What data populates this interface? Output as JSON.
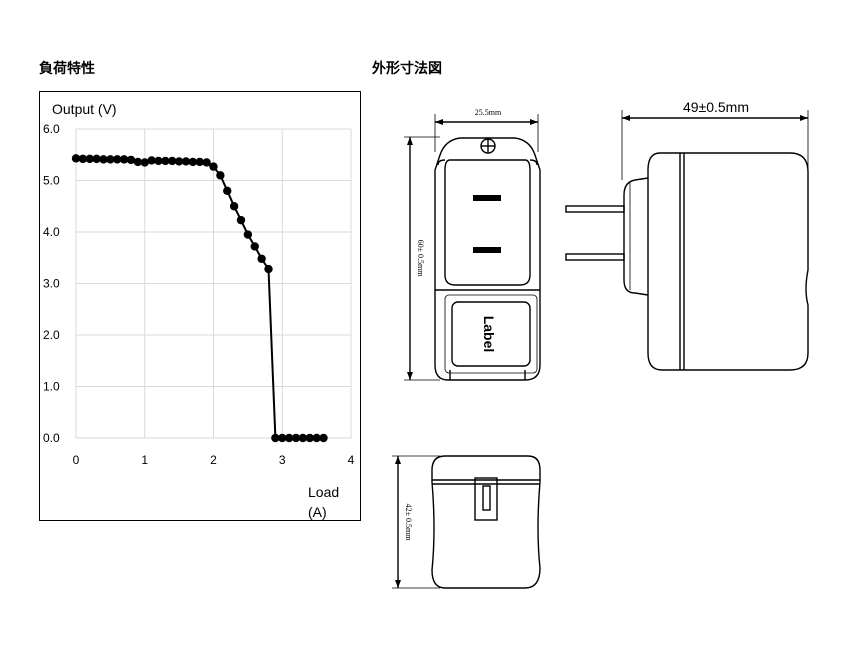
{
  "headings": {
    "load_characteristics": "負荷特性",
    "outline_dimensions": "外形寸法図"
  },
  "chart_data": {
    "type": "line",
    "ylabel": "Output (V)",
    "xlabel": "Load",
    "xlabel_line2": "(A)",
    "xlim": [
      0,
      4
    ],
    "ylim": [
      0,
      6
    ],
    "xticks": [
      "0",
      "1",
      "2",
      "3",
      "4"
    ],
    "yticks": [
      "0.0",
      "1.0",
      "2.0",
      "3.0",
      "4.0",
      "5.0",
      "6.0"
    ],
    "grid": true,
    "series": [
      {
        "x": [
          0.0,
          0.1,
          0.2,
          0.3,
          0.4,
          0.5,
          0.6,
          0.7,
          0.8,
          0.9,
          1.0,
          1.1,
          1.2,
          1.3,
          1.4,
          1.5,
          1.6,
          1.7,
          1.8,
          1.9,
          2.0,
          2.1,
          2.2,
          2.3,
          2.4,
          2.5,
          2.6,
          2.7,
          2.8,
          2.9,
          3.0,
          3.1,
          3.2,
          3.3,
          3.4,
          3.5,
          3.6
        ],
        "y": [
          5.43,
          5.42,
          5.42,
          5.42,
          5.41,
          5.41,
          5.41,
          5.41,
          5.4,
          5.36,
          5.35,
          5.39,
          5.38,
          5.38,
          5.38,
          5.37,
          5.37,
          5.36,
          5.36,
          5.35,
          5.27,
          5.1,
          4.8,
          4.5,
          4.23,
          3.95,
          3.72,
          3.48,
          3.28,
          0.0,
          0.0,
          0.0,
          0.0,
          0.0,
          0.0,
          0.0,
          0.0
        ]
      }
    ]
  },
  "dimensions": {
    "front_width": "25.5mm",
    "front_height": "60± 0.5mm",
    "side_depth": "49±0.5mm",
    "bottom_height": "42± 0.5mm",
    "label": "Label"
  }
}
